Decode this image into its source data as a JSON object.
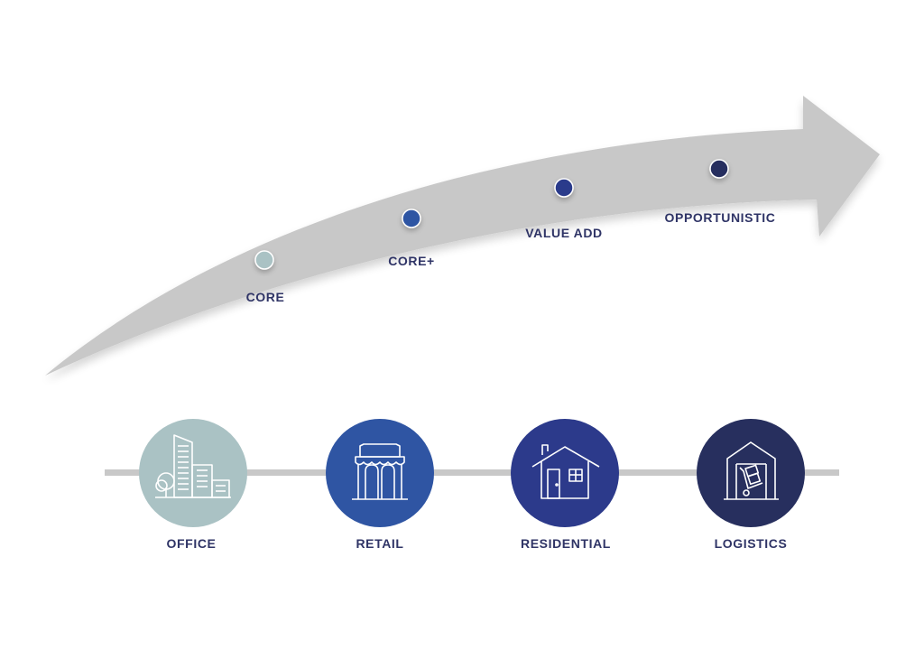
{
  "risk_stages": [
    {
      "label": "CORE",
      "color": "#aac2c4"
    },
    {
      "label": "CORE+",
      "color": "#2f55a3"
    },
    {
      "label": "VALUE ADD",
      "color": "#2c3a8b"
    },
    {
      "label": "OPPORTUNISTIC",
      "color": "#272f5e"
    }
  ],
  "sectors": [
    {
      "label": "OFFICE",
      "icon": "office-building-icon",
      "color": "#aac2c4"
    },
    {
      "label": "RETAIL",
      "icon": "storefront-icon",
      "color": "#2f55a3"
    },
    {
      "label": "RESIDENTIAL",
      "icon": "house-icon",
      "color": "#2c3a8b"
    },
    {
      "label": "LOGISTICS",
      "icon": "warehouse-hand-truck-icon",
      "color": "#272f5e"
    }
  ],
  "colors": {
    "arrow": "#c8c8c8",
    "line": "#c8c8c8",
    "label_text": "#2f3466",
    "icon_stroke": "#ffffff"
  }
}
